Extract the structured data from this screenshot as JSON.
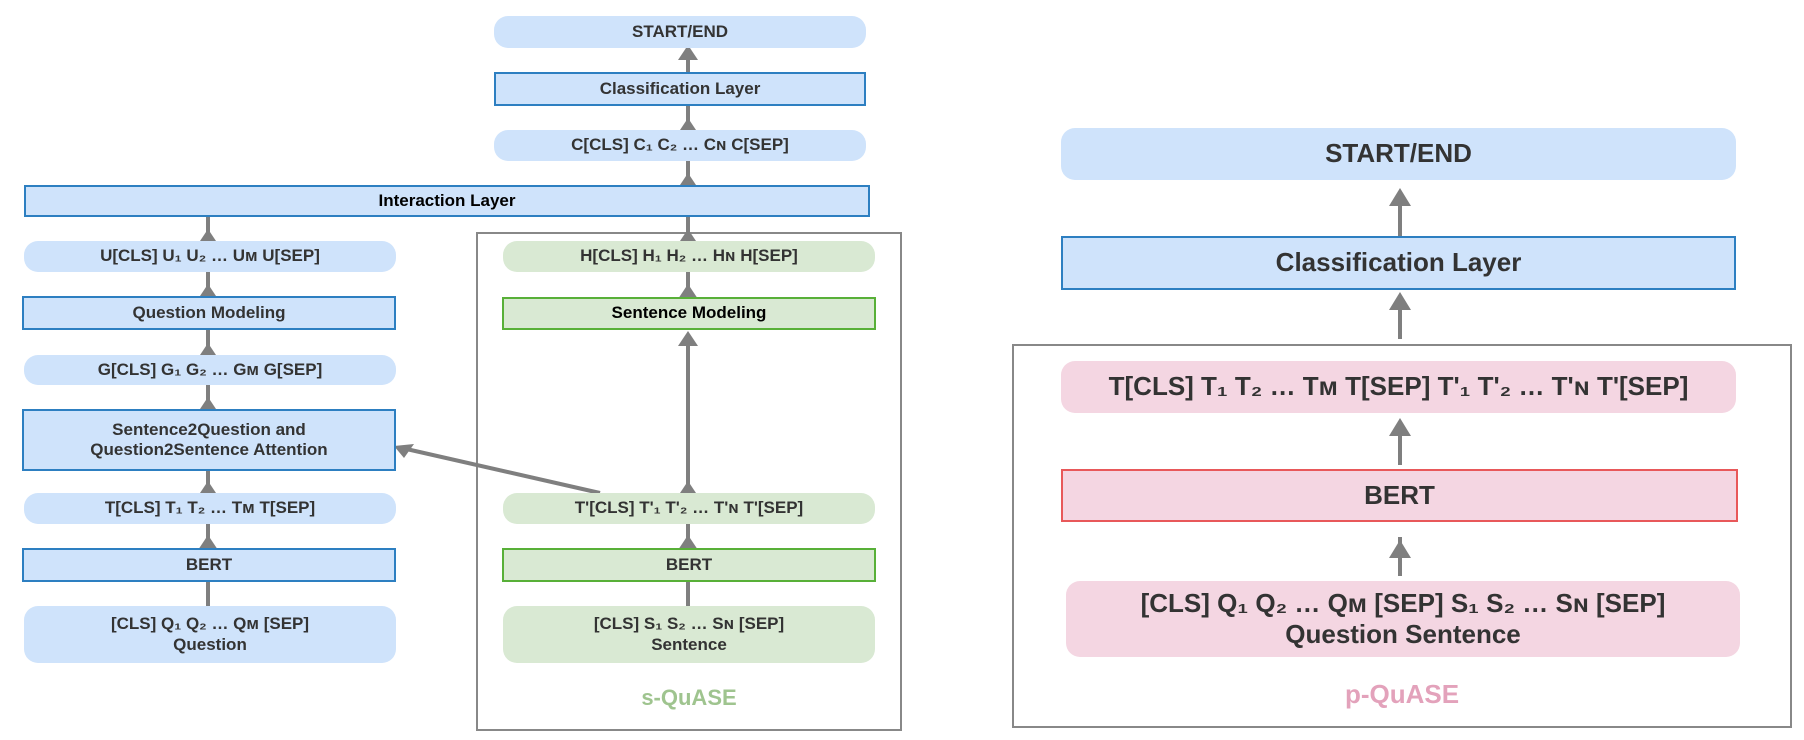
{
  "colors": {
    "blue_fill": "#cfe3fb",
    "blue_border": "#2d7fc1",
    "green_fill": "#d9e9d3",
    "green_border": "#58b038",
    "pink_fill": "#f4d6e2",
    "pink_border": "#e8585a",
    "arrow": "#7f7f7f",
    "s_caption": "#9fc48f",
    "p_caption": "#e3a2bb"
  },
  "left_panel": {
    "top": {
      "start_end": "START/END",
      "classification_layer": "Classification Layer",
      "c_sequence": "C[CLS] C₁ C₂ … Cɴ C[SEP]"
    },
    "interaction_layer": "Interaction Layer",
    "question_column": {
      "u_sequence": "U[CLS] U₁ U₂ … Uᴍ U[SEP]",
      "question_modeling": "Question Modeling",
      "g_sequence": "G[CLS] G₁ G₂ … Gᴍ G[SEP]",
      "attention_line1": "Sentence2Question and",
      "attention_line2": "Question2Sentence Attention",
      "t_sequence": "T[CLS] T₁ T₂ … Tᴍ T[SEP]",
      "bert": "BERT",
      "input_tokens": "[CLS] Q₁ Q₂ … Qᴍ [SEP]",
      "input_label": "Question"
    },
    "sentence_column": {
      "h_sequence": "H[CLS] H₁ H₂ … Hɴ H[SEP]",
      "sentence_modeling": "Sentence Modeling",
      "t_prime_sequence": "T'[CLS] T'₁ T'₂ … T'ɴ T'[SEP]",
      "bert": "BERT",
      "input_tokens": "[CLS] S₁ S₂ … Sɴ [SEP]",
      "input_label": "Sentence",
      "caption": "s-QuASE"
    }
  },
  "right_panel": {
    "start_end": "START/END",
    "classification_layer": "Classification Layer",
    "t_sequence": "T[CLS] T₁ T₂ … Tᴍ T[SEP] T'₁ T'₂ … T'ɴ T'[SEP]",
    "bert": "BERT",
    "input_tokens": "[CLS] Q₁ Q₂ … Qᴍ [SEP] S₁ S₂ … Sɴ [SEP]",
    "input_label": "Question Sentence",
    "caption": "p-QuASE"
  }
}
